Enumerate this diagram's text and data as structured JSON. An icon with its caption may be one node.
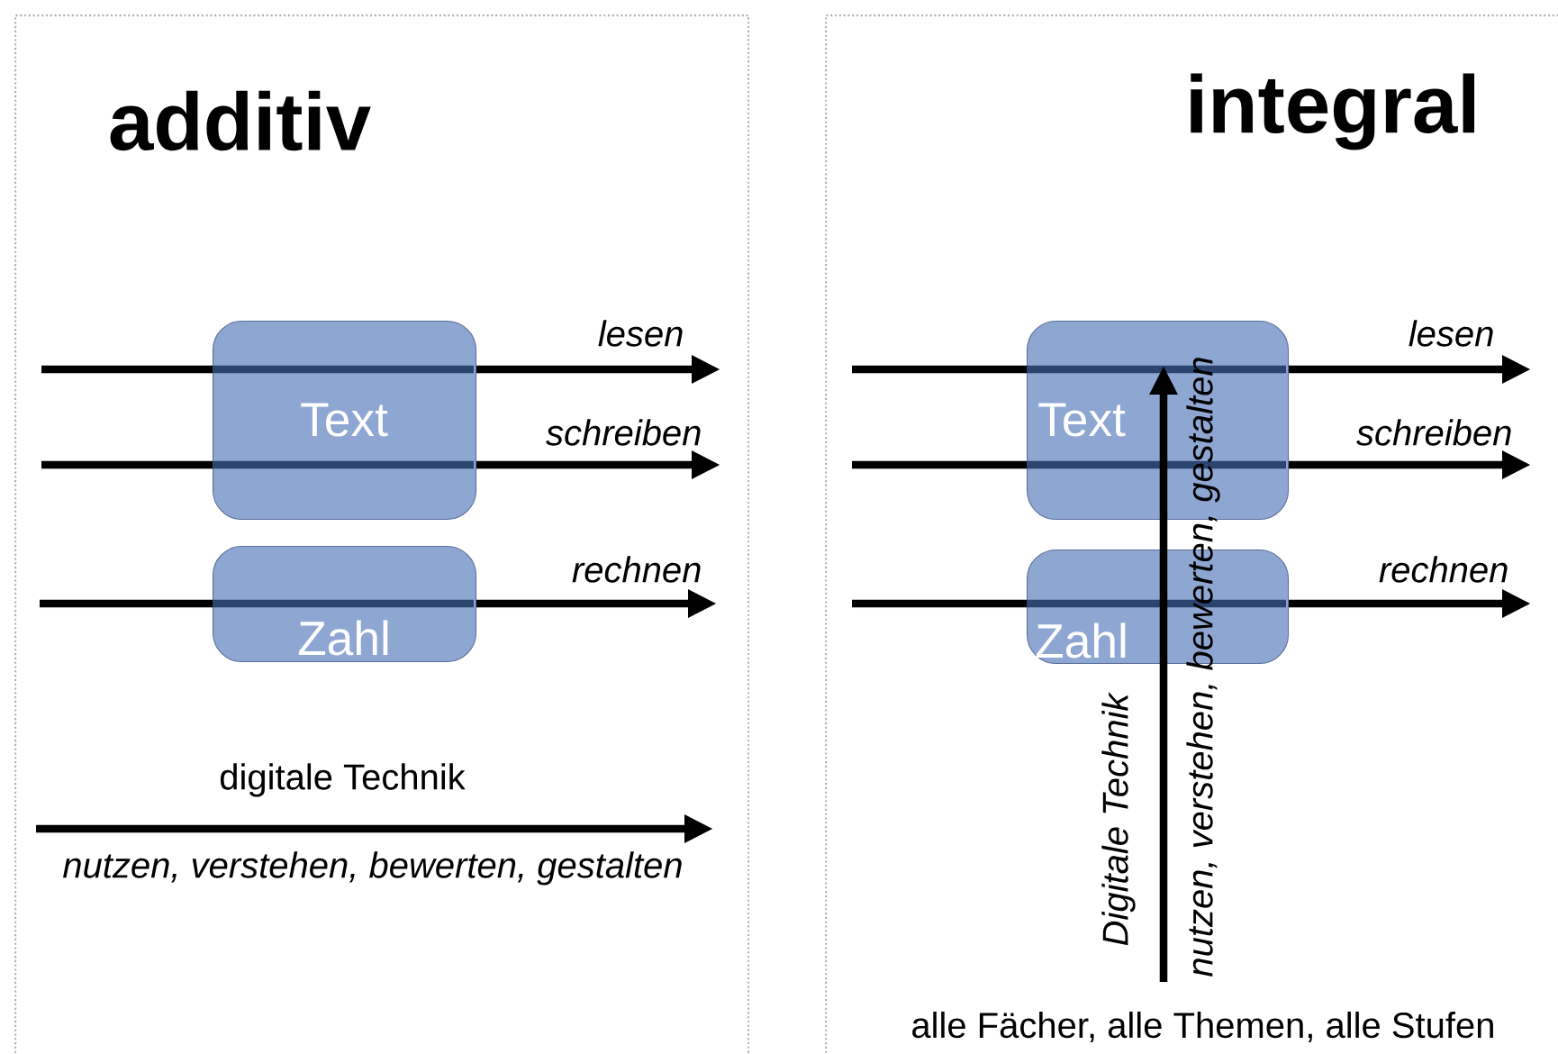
{
  "diagram": {
    "nodes": [
      {
        "text": [
          "additiv"
        ]
      },
      {
        "text": [
          "Text"
        ],
        "in": 0
      },
      {
        "text": [
          "Zahl"
        ],
        "in": 0
      },
      {
        "text": [
          "integral"
        ]
      },
      {
        "text": [
          "Text"
        ],
        "in": 3
      },
      {
        "text": [
          "Zahl"
        ],
        "in": 3
      }
    ],
    "labels": [
      "lesen",
      "schreiben",
      "rechnen",
      "digitale Technik",
      "nutzen, verstehen, bewerten, gestalten",
      "lesen",
      "schreiben",
      "rechnen",
      "Digitale Technik",
      "nutzen, verstehen, bewerten, gestalten",
      "alle Fächer, alle Themen, alle Stufen"
    ]
  }
}
